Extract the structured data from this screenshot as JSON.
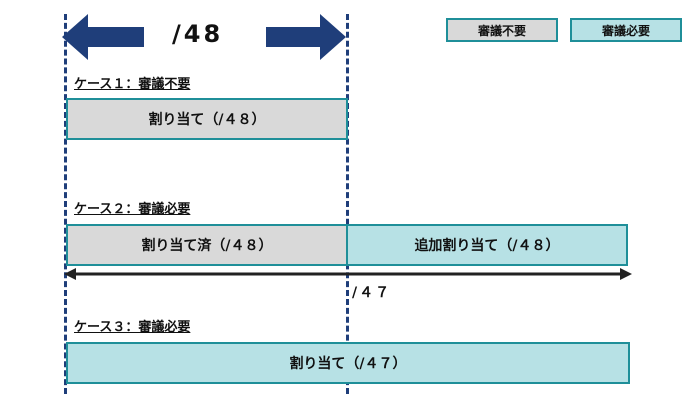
{
  "header": {
    "period_label": "/48"
  },
  "legend": {
    "no_approval": "審議不要",
    "approval": "審議必要",
    "colors": {
      "no_approval": "#d9d9d9",
      "approval": "#b7e1e5",
      "border": "#1f8f99",
      "arrow": "#1f3e7a"
    }
  },
  "case1": {
    "label": "ケース１：審議不要",
    "bar": "割り当て（/４８）"
  },
  "case2": {
    "label": "ケース２：審議必要",
    "bar_done": "割り当て済（/４８）",
    "bar_additional": "追加割り当て（/４８）",
    "span_label": "/４７"
  },
  "case3": {
    "label": "ケース３：審議必要",
    "bar": "割り当て（/４７）"
  },
  "icons": {
    "left_arrow": "left-arrow-icon",
    "right_arrow": "right-arrow-icon",
    "double_arrow": "double-arrow-icon"
  }
}
